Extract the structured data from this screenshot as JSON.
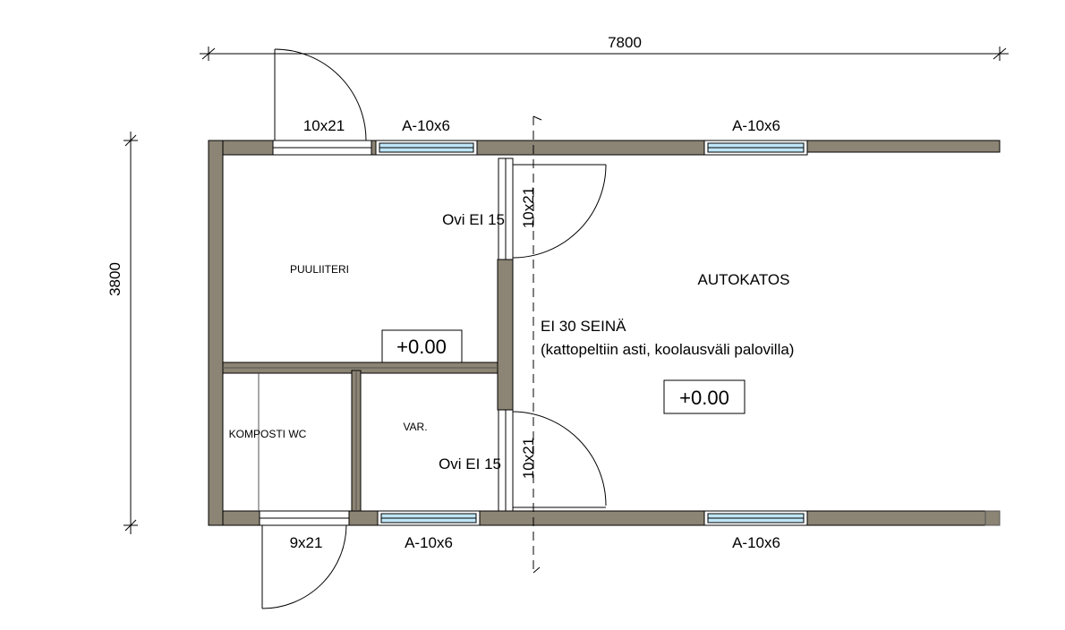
{
  "dimensions": {
    "overall_width": "7800",
    "overall_depth": "3800"
  },
  "rooms": {
    "puuliiteri": "PUULIITERI",
    "komposti_wc": "KOMPOSTI WC",
    "var": "VAR.",
    "autokatos": "AUTOKATOS"
  },
  "doors": {
    "top_entry": "10x21",
    "wc_entry": "9x21",
    "fire_door_upper_size": "10x21",
    "fire_door_lower_size": "10x21",
    "fire_door_upper_label": "Ovi EI 15",
    "fire_door_lower_label": "Ovi EI 15"
  },
  "windows": {
    "top_left": "A-10x6",
    "top_right": "A-10x6",
    "bottom_left": "A-10x6",
    "bottom_right": "A-10x6"
  },
  "fire_wall": {
    "title": "EI 30 SEINÄ",
    "note": "(kattopeltiin asti, koolausväli palovilla)"
  },
  "elevations": {
    "storage": "+0.00",
    "carport": "+0.00"
  },
  "colors": {
    "wall_fill": "#8c8474",
    "glass_fill": "#bfe6f7",
    "line": "#000000"
  }
}
